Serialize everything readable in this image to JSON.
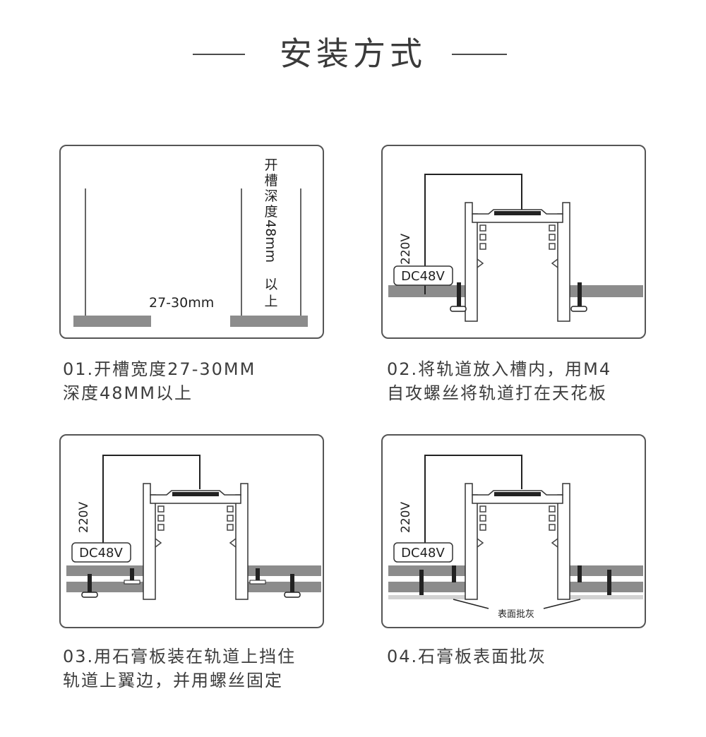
{
  "header": {
    "title": "安装方式"
  },
  "panel1": {
    "width_label": "27-30mm",
    "depth_label": [
      "开",
      "槽",
      "深",
      "度",
      "48mm",
      "以",
      "上"
    ]
  },
  "labels": {
    "voltage_ac": "220V",
    "voltage_dc": "DC48V",
    "surface_note": "表面批灰"
  },
  "steps": [
    {
      "lines": [
        "01.开槽宽度27-30MM",
        "深度48MM以上"
      ]
    },
    {
      "lines": [
        "02.将轨道放入槽内，用M4",
        "自攻螺丝将轨道打在天花板"
      ]
    },
    {
      "lines": [
        "03.用石膏板装在轨道上挡住",
        "轨道上翼边，并用螺丝固定"
      ]
    },
    {
      "lines": [
        "04.石膏板表面批灰"
      ]
    }
  ],
  "colors": {
    "board": "#8c8c8c",
    "board_light": "#d2d2d2",
    "outline": "#333333",
    "text": "#3d3d3d"
  }
}
